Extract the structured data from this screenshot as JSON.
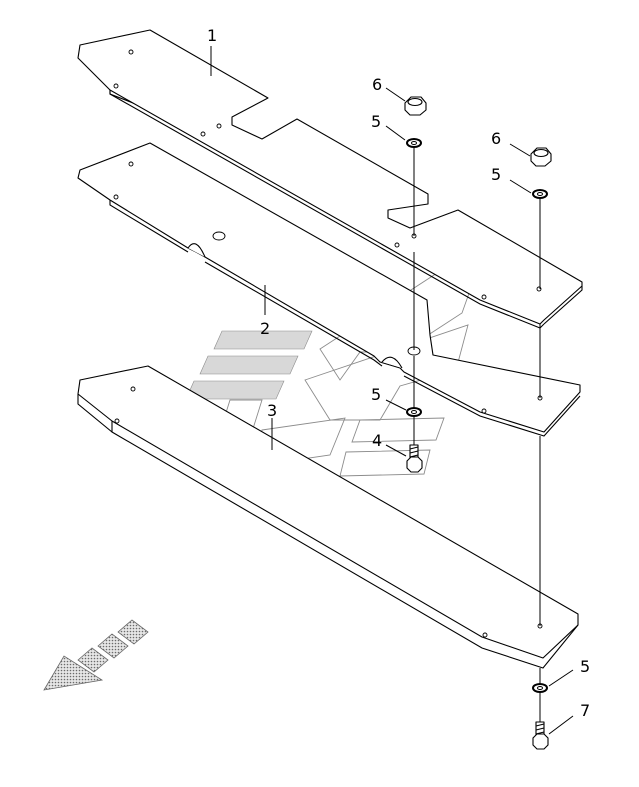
{
  "callouts": [
    {
      "id": "c1",
      "label": "1"
    },
    {
      "id": "c2",
      "label": "2"
    },
    {
      "id": "c3",
      "label": "3"
    },
    {
      "id": "c4",
      "label": "4"
    },
    {
      "id": "c5a",
      "label": "5"
    },
    {
      "id": "c5b",
      "label": "5"
    },
    {
      "id": "c5c",
      "label": "5"
    },
    {
      "id": "c5d",
      "label": "5"
    },
    {
      "id": "c6a",
      "label": "6"
    },
    {
      "id": "c6b",
      "label": "6"
    },
    {
      "id": "c7",
      "label": "7"
    }
  ],
  "colors": {
    "line": "#000000",
    "watermark": "#8c8c8c",
    "arrow_fill": "#c0c0c0"
  },
  "icons": {
    "direction_arrow": "forward-direction-arrow-icon"
  }
}
